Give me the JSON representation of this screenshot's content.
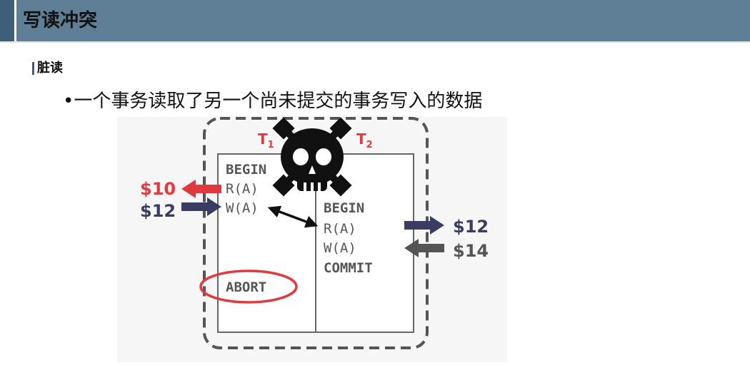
{
  "header": {
    "title": "写读冲突"
  },
  "section": {
    "title": "脏读"
  },
  "bullet": {
    "text": "•一个事务读取了另一个尚未提交的事务写入的数据"
  },
  "diagram": {
    "t1_label": "T",
    "t1_sub": "1",
    "t2_label": "T",
    "t2_sub": "2",
    "t1_ops": [
      "BEGIN",
      "R(A)",
      "W(A)"
    ],
    "t1_abort": "ABORT",
    "t2_ops": [
      "BEGIN",
      "R(A)",
      "W(A)",
      "COMMIT"
    ],
    "left_values": [
      "$10",
      "$12"
    ],
    "right_values": [
      "$12",
      "$14"
    ],
    "colors": {
      "red": "#e2393f",
      "navy": "#3b3c63",
      "gray": "#555555",
      "text_gray": "#555555"
    },
    "icons": [
      "skull-crossbones-icon",
      "double-arrow-icon",
      "arrow-left-icon",
      "arrow-right-icon"
    ]
  }
}
